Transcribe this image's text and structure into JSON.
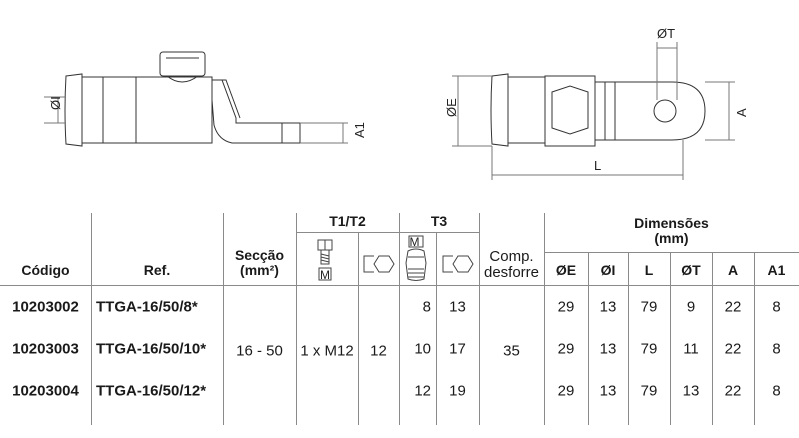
{
  "drawing_labels": {
    "oi": "ØI",
    "a1": "A1",
    "oe": "ØE",
    "ot": "ØT",
    "a": "A",
    "l": "L"
  },
  "table": {
    "headers": {
      "codigo": "Código",
      "ref": "Ref.",
      "seccao_1": "Secção",
      "seccao_2": "(mm²)",
      "t1t2": "T1/T2",
      "t3": "T3",
      "comp_1": "Comp.",
      "comp_2": "desforre",
      "dimensoes_1": "Dimensões",
      "dimensoes_2": "(mm)",
      "dims": [
        "ØE",
        "ØI",
        "L",
        "ØT",
        "A",
        "A1"
      ],
      "icon_m": "M"
    },
    "shared": {
      "seccao": "16 - 50",
      "t1t2_thread": "1 x M12",
      "t1t2_key": "12",
      "comp": "35"
    },
    "rows": [
      {
        "codigo": "10203002",
        "ref": "TTGA-16/50/8*",
        "t3_m": "8",
        "t3_key": "13",
        "dims": [
          "29",
          "13",
          "79",
          "9",
          "22",
          "8"
        ]
      },
      {
        "codigo": "10203003",
        "ref": "TTGA-16/50/10*",
        "t3_m": "10",
        "t3_key": "17",
        "dims": [
          "29",
          "13",
          "79",
          "11",
          "22",
          "8"
        ]
      },
      {
        "codigo": "10203004",
        "ref": "TTGA-16/50/12*",
        "t3_m": "12",
        "t3_key": "19",
        "dims": [
          "29",
          "13",
          "79",
          "13",
          "22",
          "8"
        ]
      }
    ]
  }
}
